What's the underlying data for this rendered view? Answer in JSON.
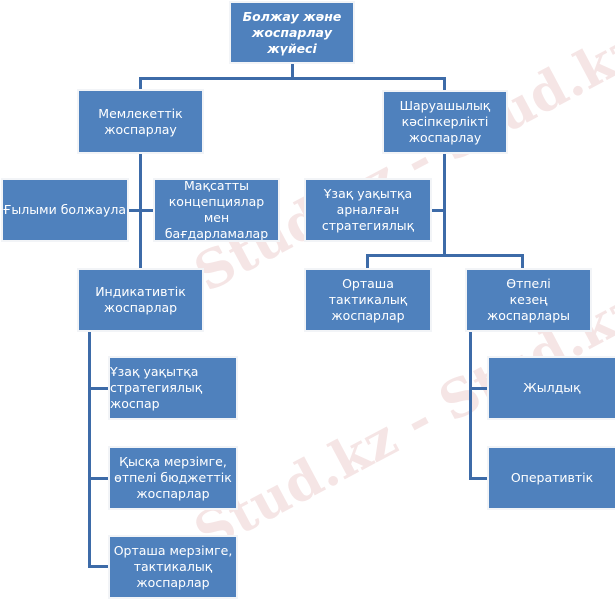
{
  "diagram": {
    "root": "Болжау және жоспарлау жүйесі",
    "state_planning": "Мемлекеттік жоспарлау",
    "business_planning": "Шаруашылық кәсіпкерлікті жоспарлау",
    "scientific_forecasts": "Ғылыми болжаулар",
    "target_concepts": "Мақсатты концепциялар мен бағдарламалар",
    "indicative_plans": "Индикативтік жоспарлар",
    "long_term_plan": "Ұзақ уақытқа стратегиялық жоспар",
    "short_term_budget": "Қысқа мерзімге, өтпелі бюджеттік жоспарлар",
    "medium_term_tactical": "Орташа мерзімге, тактикалық жоспарлар",
    "long_term_strategic": "Ұзақ уақытқа арналған стратегиялық",
    "medium_tactical_plans": "Орташа тактикалық жоспарлар",
    "transition_plans": "Өтпелі кезең жоспарлары",
    "annual": "Жылдық",
    "operational": "Оперативтік"
  },
  "colors": {
    "box": "#4f81bd",
    "line": "#3d6ba8"
  },
  "watermark": "Stud.kz - Stud.kz"
}
